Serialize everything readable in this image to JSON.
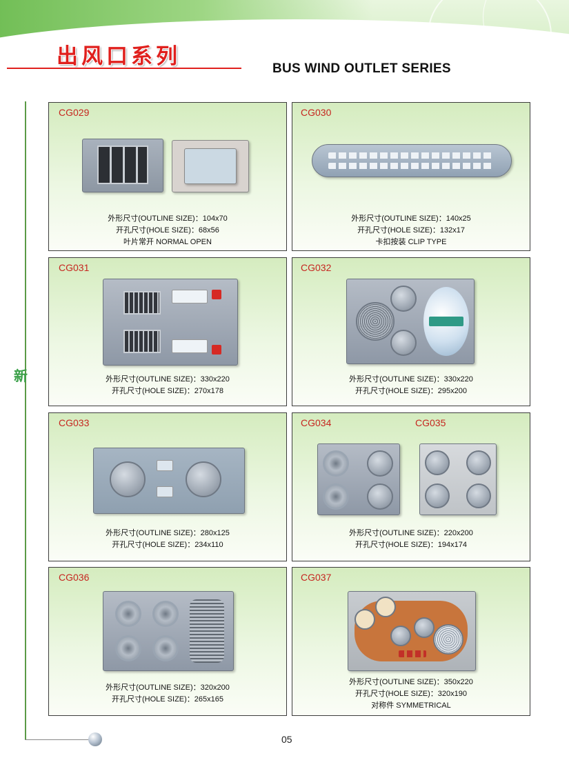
{
  "header": {
    "title_cn": "出风口系列",
    "title_en": "BUS WIND OUTLET SERIES",
    "colors": {
      "title_red": "#e0201d",
      "header_green": "#66b84a",
      "code_red": "#c6251f"
    }
  },
  "sidebar": {
    "mark": "新"
  },
  "page_number": "05",
  "products": [
    {
      "code": "CG029",
      "lines": [
        "外形尺寸(OUTLINE SIZE)：104x70",
        "开孔尺寸(HOLE SIZE)：68x56",
        "叶片常开   NORMAL OPEN"
      ]
    },
    {
      "code": "CG030",
      "lines": [
        "外形尺寸(OUTLINE SIZE)：140x25",
        "开孔尺寸(HOLE SIZE)：132x17",
        "卡扣按装   CLIP TYPE"
      ]
    },
    {
      "code": "CG031",
      "lines": [
        "外形尺寸(OUTLINE SIZE)：330x220",
        "开孔尺寸(HOLE SIZE)：270x178"
      ]
    },
    {
      "code": "CG032",
      "lines": [
        "外形尺寸(OUTLINE SIZE)：330x220",
        "开孔尺寸(HOLE SIZE)：295x200"
      ]
    },
    {
      "code": "CG033",
      "lines": [
        "外形尺寸(OUTLINE SIZE)：280x125",
        "开孔尺寸(HOLE SIZE)：234x110"
      ]
    },
    {
      "code": "CG034",
      "code2": "CG035",
      "lines": [
        "外形尺寸(OUTLINE SIZE)：220x200",
        "开孔尺寸(HOLE SIZE)：194x174"
      ]
    },
    {
      "code": "CG036",
      "lines": [
        "外形尺寸(OUTLINE SIZE)：320x200",
        "开孔尺寸(HOLE SIZE)：265x165"
      ]
    },
    {
      "code": "CG037",
      "lines": [
        "外形尺寸(OUTLINE SIZE)：350x220",
        "开孔尺寸(HOLE SIZE)：320x190",
        "对称件   SYMMETRICAL"
      ]
    }
  ]
}
